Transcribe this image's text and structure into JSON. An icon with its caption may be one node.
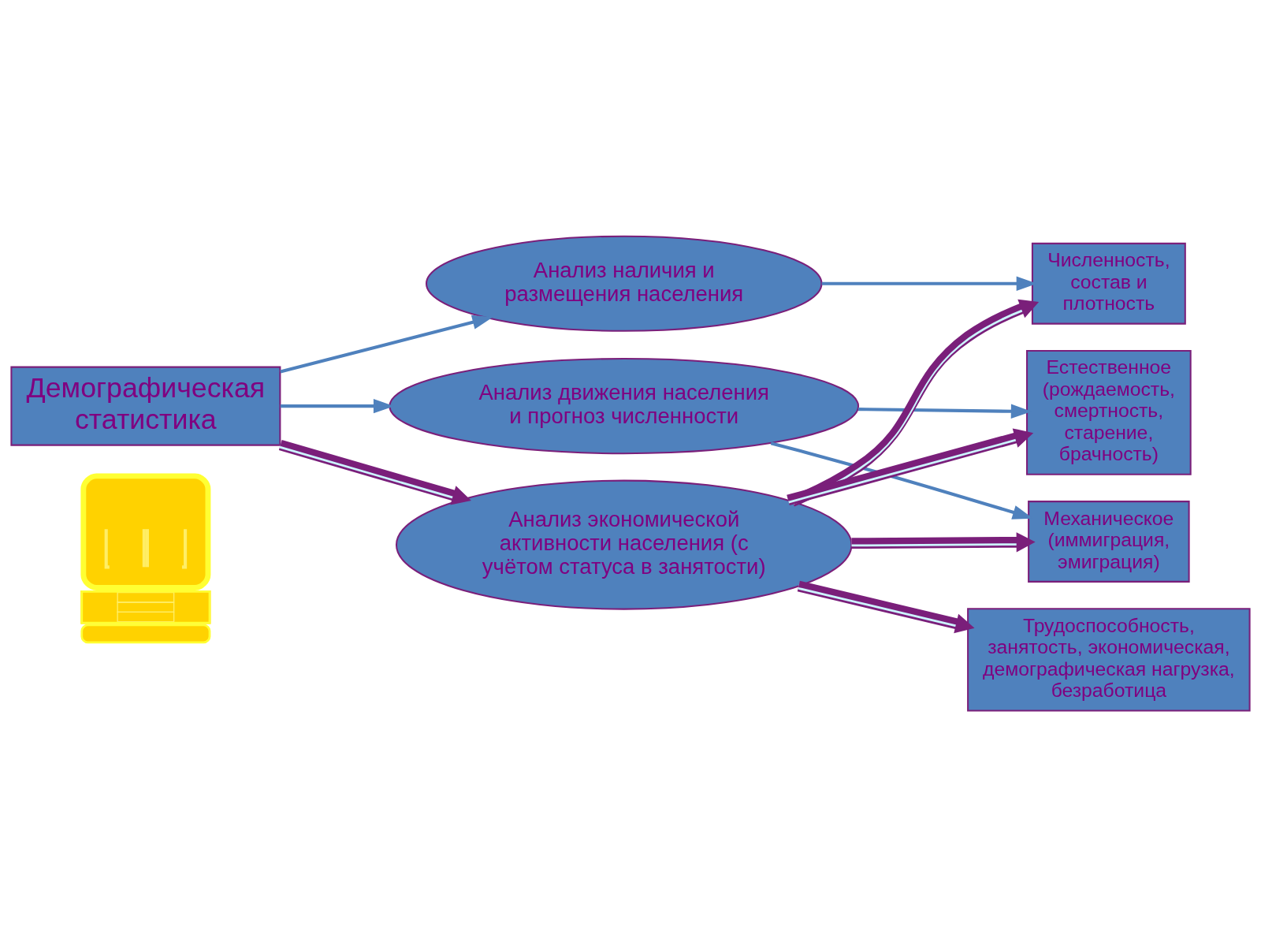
{
  "diagram": {
    "nodes": [
      {
        "text": [],
        "shape": "picture"
      },
      {
        "text": [
          "Анализ наличия и размещения населения"
        ]
      },
      {
        "text": [
          "Численность, состав и плотность"
        ]
      },
      {
        "text": [
          "Демографическая статистика"
        ]
      },
      {
        "text": [
          "Естественное (рождаемость, смертность, старение, брачность)"
        ]
      },
      {
        "text": [
          "Анализ движения населения и прогноз численности"
        ]
      },
      {
        "text": [
          "Механическое (иммиграция, эмиграция)"
        ]
      },
      {
        "text": [
          "Трудоспособность, занятость, экономическая, демографическая нагрузка, безработица"
        ]
      },
      {
        "text": [
          "Анализ экономической активности населения (с учётом статуса в занятости)"
        ]
      }
    ],
    "edges": [
      {
        "from": 3,
        "to": 1,
        "arrow": "to"
      },
      {
        "from": 1,
        "to": 2,
        "arrow": "to"
      },
      {
        "from": 3,
        "to": 5,
        "arrow": "to"
      },
      {
        "from": 3,
        "to": 8,
        "arrow": "to",
        "style": "thick",
        "color": "#7a1f7a"
      },
      {
        "from": 8,
        "to": 2,
        "arrow": "to",
        "style": "thick",
        "color": "#7a1f7a"
      },
      {
        "from": 5,
        "to": 4,
        "arrow": "to"
      },
      {
        "from": 8,
        "to": 4,
        "arrow": "to",
        "style": "thick",
        "color": "#7a1f7a"
      },
      {
        "from": 5,
        "to": 6,
        "arrow": "to"
      },
      {
        "from": 8,
        "to": 6,
        "arrow": "to",
        "style": "thick",
        "color": "#7a1f7a"
      },
      {
        "from": 8,
        "to": 7,
        "arrow": "to",
        "style": "thick",
        "color": "#7a1f7a"
      }
    ]
  }
}
